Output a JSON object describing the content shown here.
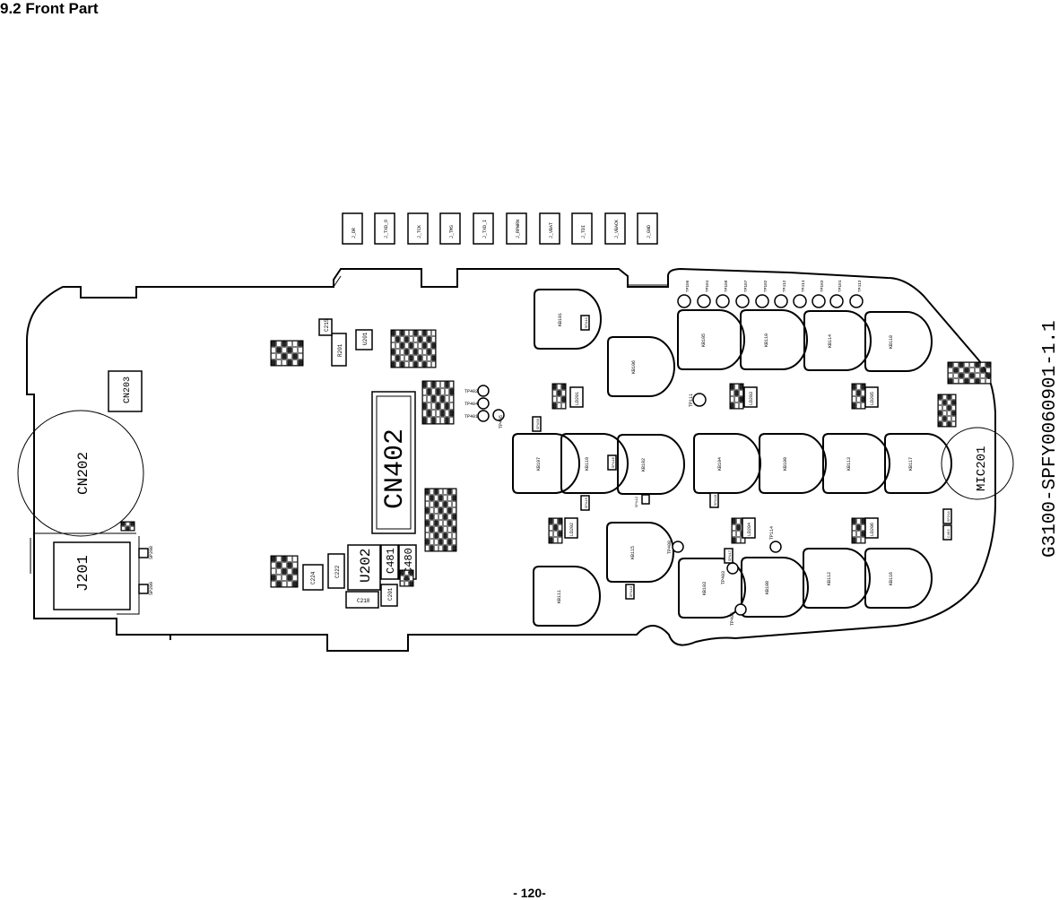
{
  "page": {
    "heading": "9.2 Front Part",
    "page_number": "- 120-"
  },
  "board": {
    "part_number": "G3100-SPFY0060901-1.1",
    "major_labels": {
      "cn402": "CN402",
      "cn202": "CN202",
      "j201": "J201",
      "u202": "U202",
      "mic201": "MIC201",
      "cn203": "CN203",
      "c481": "C481",
      "c480": "C480"
    },
    "test_pads": [
      "J_DR",
      "J_TXD_O",
      "J_TCK",
      "J_TMS",
      "J_TXD_I",
      "J_RPWRN",
      "J_VBAT",
      "J_TDI",
      "J_VBACK",
      "J_GND"
    ],
    "top_tp_labels": [
      "TP106",
      "TP104",
      "TP108",
      "TP107",
      "TP102",
      "TP412",
      "TP411",
      "TP103",
      "TP101",
      "TP413"
    ],
    "keys_upper": [
      "KB101",
      "KB106",
      "KB105",
      "KB110",
      "KB114",
      "KB118"
    ],
    "keys_middle": [
      "KB107",
      "KB119",
      "KB102",
      "KB104",
      "KB109",
      "KB113",
      "KB117"
    ],
    "keys_lower": [
      "KB111",
      "KB115",
      "KB103",
      "KB108",
      "KB112",
      "KB116"
    ],
    "small_labels": {
      "tp111": "TP111",
      "tp405": "TP405",
      "tp408": "TP408",
      "tp403": "TP403",
      "tp114": "TP114",
      "tp406": "TP406",
      "sp109": "SP109",
      "sp110": "SP110",
      "sp111": "SP111",
      "sp112": "SP112",
      "sp116": "SP116",
      "sp117": "SP117",
      "sp118": "SP118",
      "sp119": "SP119",
      "sp211": "SP211",
      "sp208": "SP208",
      "sp209": "SP209",
      "ld201": "LD201",
      "ld202": "LD202",
      "ld203": "LD203",
      "ld204": "LD204",
      "ld205": "LD205",
      "ld206": "LD206",
      "c222": "C222",
      "c218": "C218",
      "c224": "C224",
      "c201": "C201",
      "c215": "C215",
      "c463": "C463",
      "r201": "R201",
      "u201": "U201",
      "tp402": "TP402",
      "tp404": "TP404",
      "tp401": "TP401"
    }
  }
}
